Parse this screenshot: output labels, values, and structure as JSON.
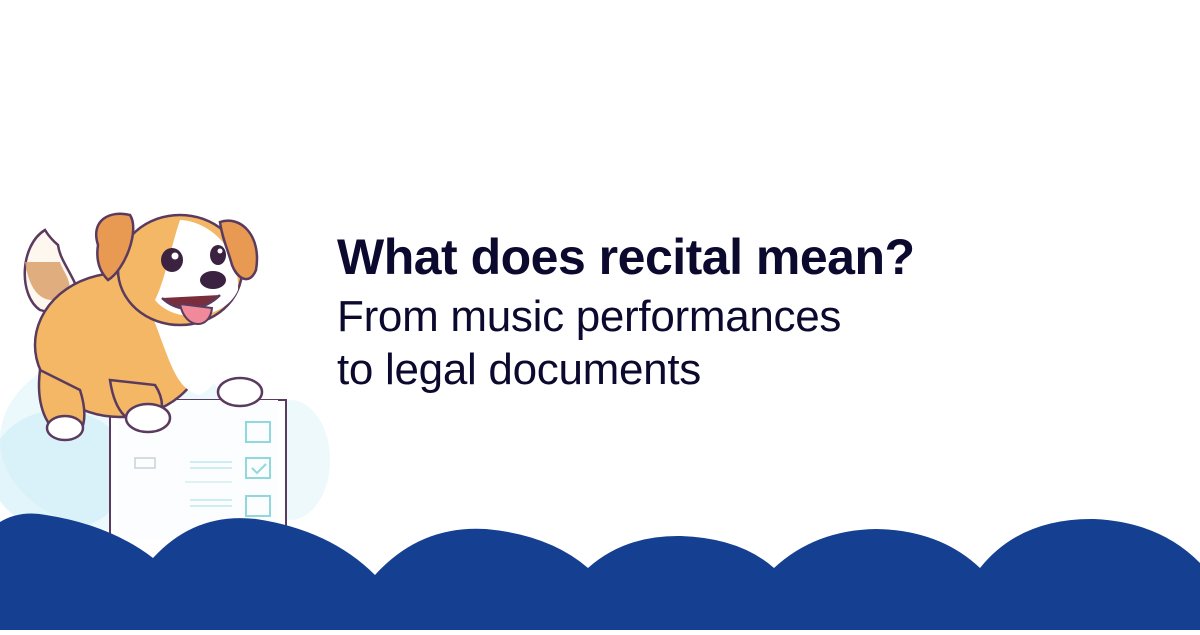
{
  "content": {
    "title": "What does recital mean?",
    "subtitle_line1": "From music performances",
    "subtitle_line2": "to legal documents"
  },
  "illustration": {
    "subject": "cartoon corgi-style dog sitting on a checklist document",
    "icons": [
      "dog-illustration",
      "checklist-document"
    ]
  },
  "colors": {
    "text": "#0b0a2e",
    "wave": "#153f91",
    "background": "#ffffff",
    "dog_fur": "#f0b060",
    "outline": "#5a3a5e",
    "checklist_accent": "#8fd8dc"
  }
}
